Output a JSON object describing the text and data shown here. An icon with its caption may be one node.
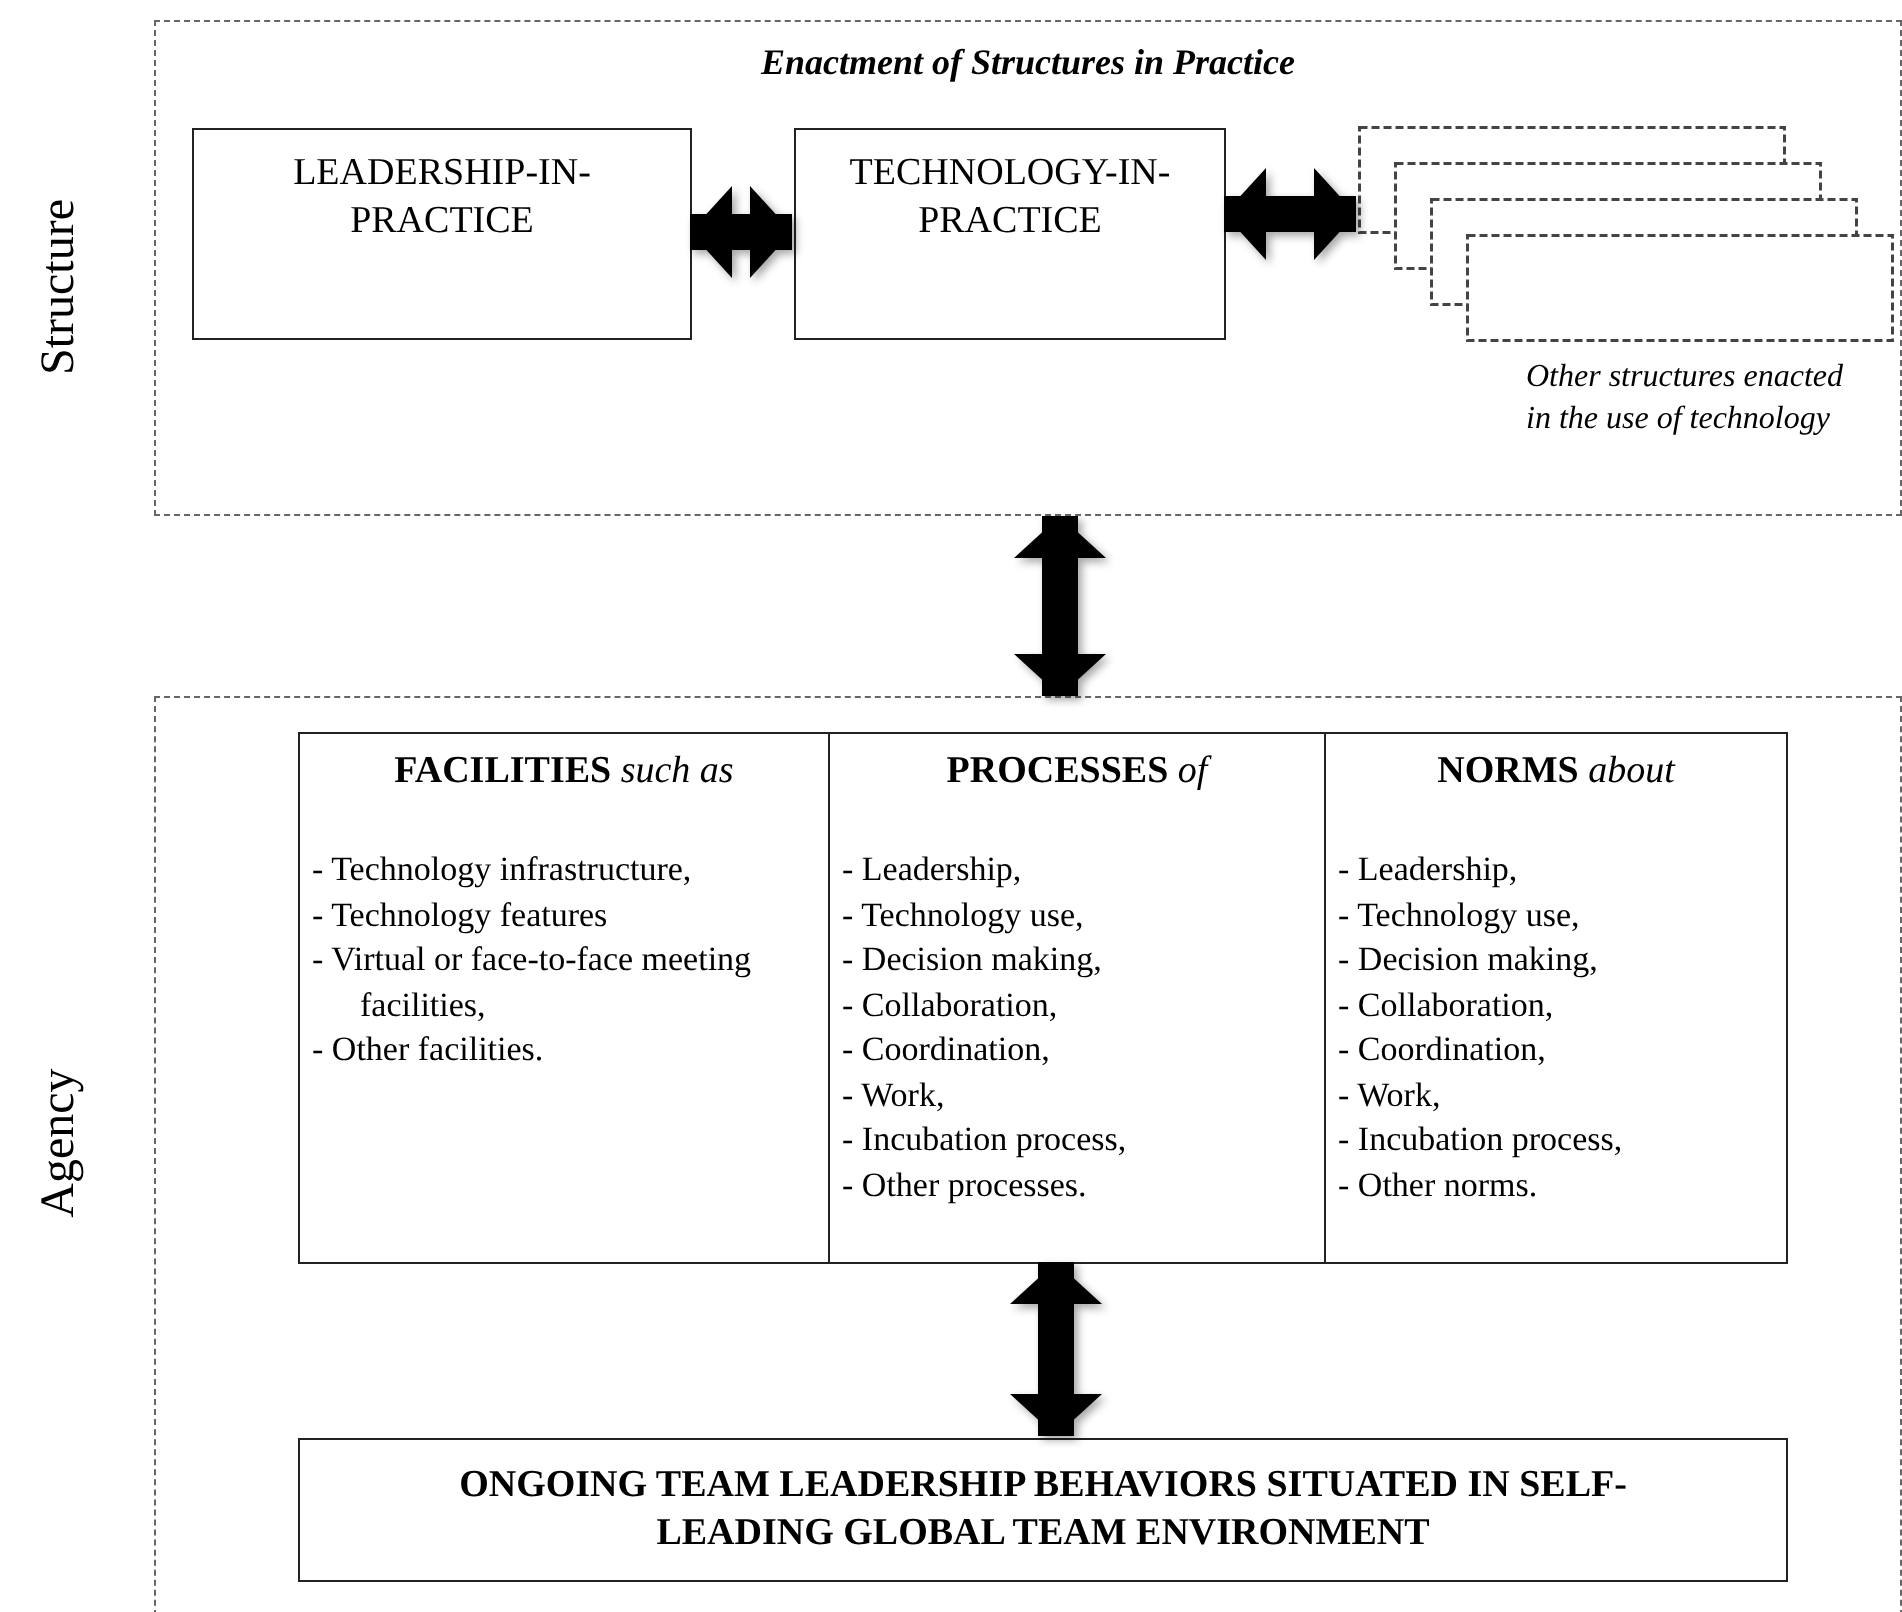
{
  "diagram": {
    "nodes": [
      {
        "text": [
          "Enactment of Structures in Practice"
        ],
        "beside": [
          "Structure"
        ]
      },
      {
        "text": [
          "LEADERSHIP-IN-PRACTICE"
        ],
        "in": 0
      },
      {
        "text": [
          "TECHNOLOGY-IN-PRACTICE"
        ],
        "in": 0
      },
      {
        "text": [],
        "shape": "box",
        "in": 0,
        "beside": [
          "Other structures enacted in the use of technology"
        ]
      },
      {
        "text": [],
        "shape": "box",
        "beside": [
          "Agency"
        ]
      },
      {
        "text": [
          "**FACILITIES** *such as*",
          "- Technology infrastructure,",
          "- Technology features",
          "- Virtual or face-to-face meeting facilities,",
          "- Other facilities."
        ],
        "in": 4
      },
      {
        "text": [
          "**PROCESSES** *of*",
          "- Leadership,",
          "- Technology use,",
          "- Decision making,",
          "- Collaboration,",
          "- Coordination,",
          "- Work,",
          "- Incubation process,",
          "- Other processes."
        ],
        "in": 4
      },
      {
        "text": [
          "**NORMS** *about*",
          "- Leadership,",
          "- Technology use,",
          "- Decision making,",
          "- Collaboration,",
          "- Coordination,",
          "- Work,",
          "- Incubation process,",
          "- Other norms."
        ],
        "in": 4
      },
      {
        "text": [
          "ONGOING TEAM LEADERSHIP BEHAVIORS SITUATED IN SELF-LEADING GLOBAL TEAM ENVIRONMENT"
        ],
        "in": 4
      }
    ],
    "edges": [
      {
        "from": 1,
        "to": 2,
        "arrow": "both"
      },
      {
        "from": 2,
        "to": 3,
        "arrow": "both"
      },
      {
        "from": 0,
        "to": 4,
        "arrow": "both"
      },
      {
        "from": 6,
        "to": 8,
        "arrow": "both"
      }
    ]
  }
}
